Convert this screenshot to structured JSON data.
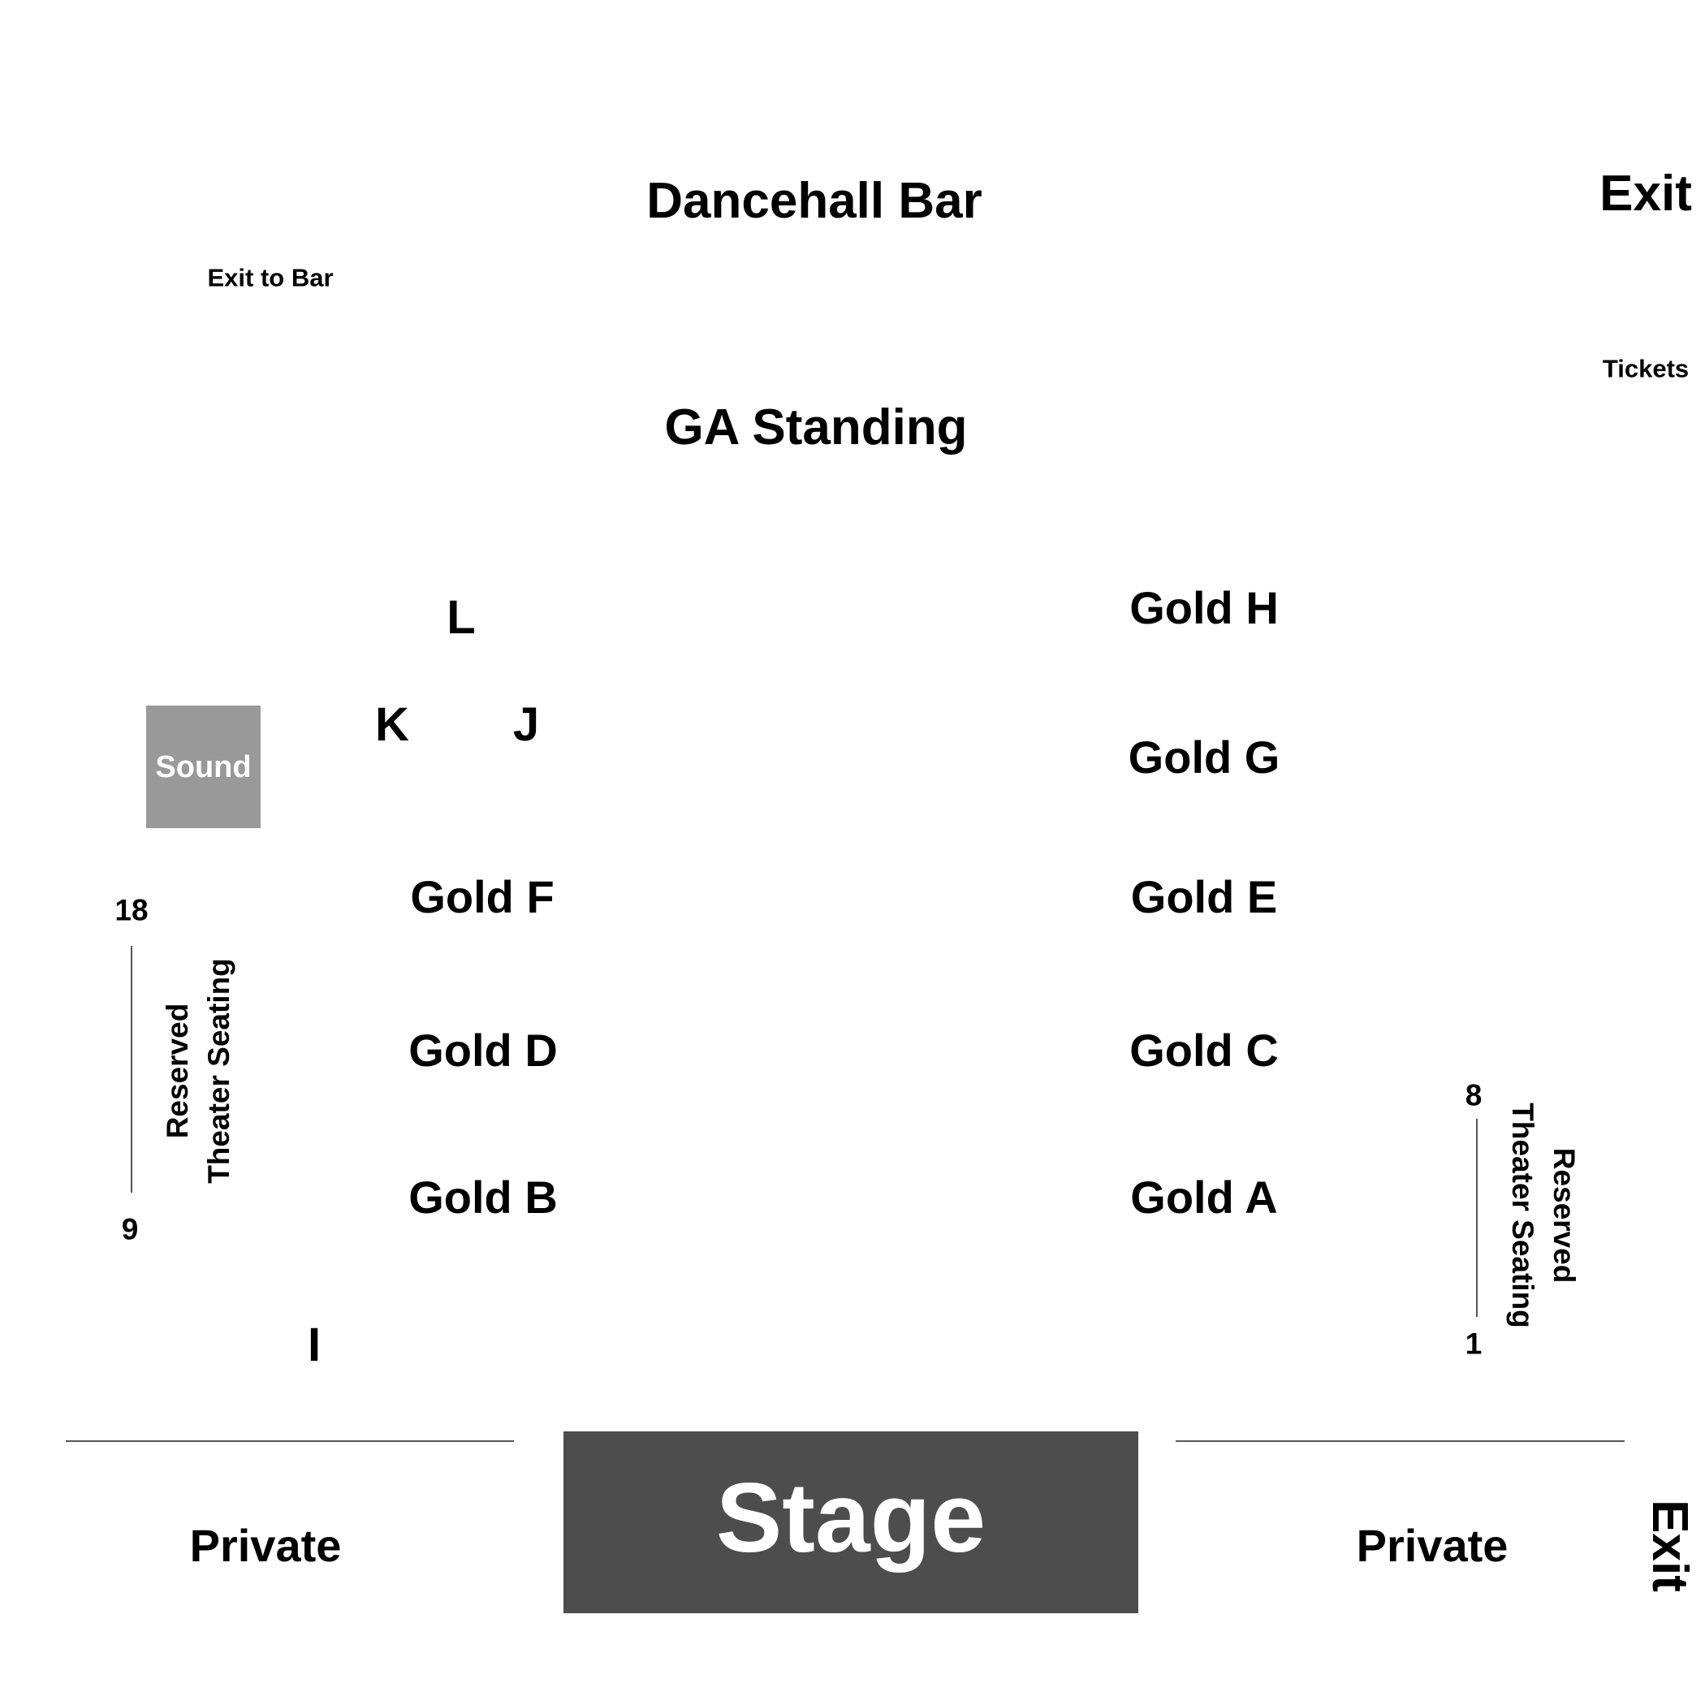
{
  "venue_map": {
    "top": {
      "dancehall_bar": "Dancehall Bar",
      "exit_to_bar": "Exit to Bar",
      "exit": "Exit",
      "tickets": "Tickets",
      "ga_standing": "GA Standing"
    },
    "sections": {
      "L": "L",
      "K": "K",
      "J": "J",
      "I": "I",
      "gold_h": "Gold H",
      "gold_g": "Gold G",
      "gold_f": "Gold F",
      "gold_e": "Gold E",
      "gold_d": "Gold D",
      "gold_c": "Gold C",
      "gold_b": "Gold B",
      "gold_a": "Gold A"
    },
    "sound_booth": "Sound",
    "left_theater": {
      "line1": "Reserved",
      "line2": "Theater Seating",
      "start": "18",
      "end": "9"
    },
    "right_theater": {
      "line1": "Reserved",
      "line2": "Theater Seating",
      "start": "8",
      "end": "1"
    },
    "bottom": {
      "stage": "Stage",
      "private_left": "Private",
      "private_right": "Private",
      "exit": "Exit"
    }
  }
}
